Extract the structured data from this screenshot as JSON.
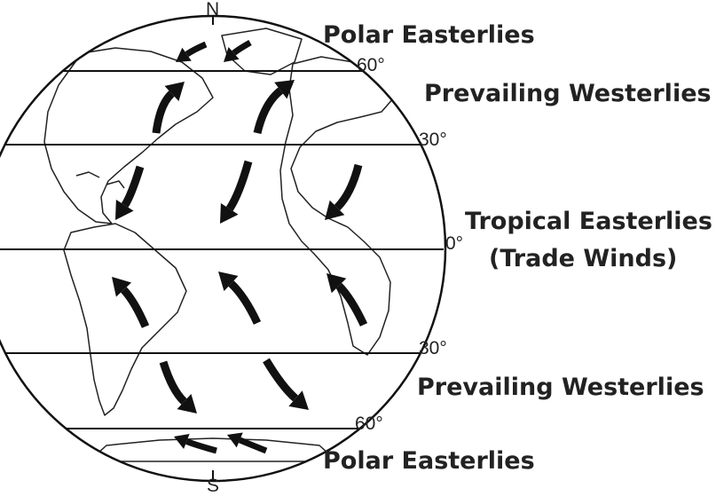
{
  "poles": {
    "north": "N",
    "south": "S"
  },
  "latitudes": {
    "n60": "60°",
    "n30": "30°",
    "eq": "0°",
    "s30": "30°",
    "s60": "60°"
  },
  "winds": {
    "polar_north": "Polar Easterlies",
    "westerlies_north": "Prevailing Westerlies",
    "trade_line1": "Tropical Easterlies",
    "trade_line2": "(Trade Winds)",
    "westerlies_south": "Prevailing Westerlies",
    "polar_south": "Polar Easterlies"
  },
  "colors": {
    "ink": "#111111",
    "text": "#222222",
    "background": "#ffffff"
  }
}
